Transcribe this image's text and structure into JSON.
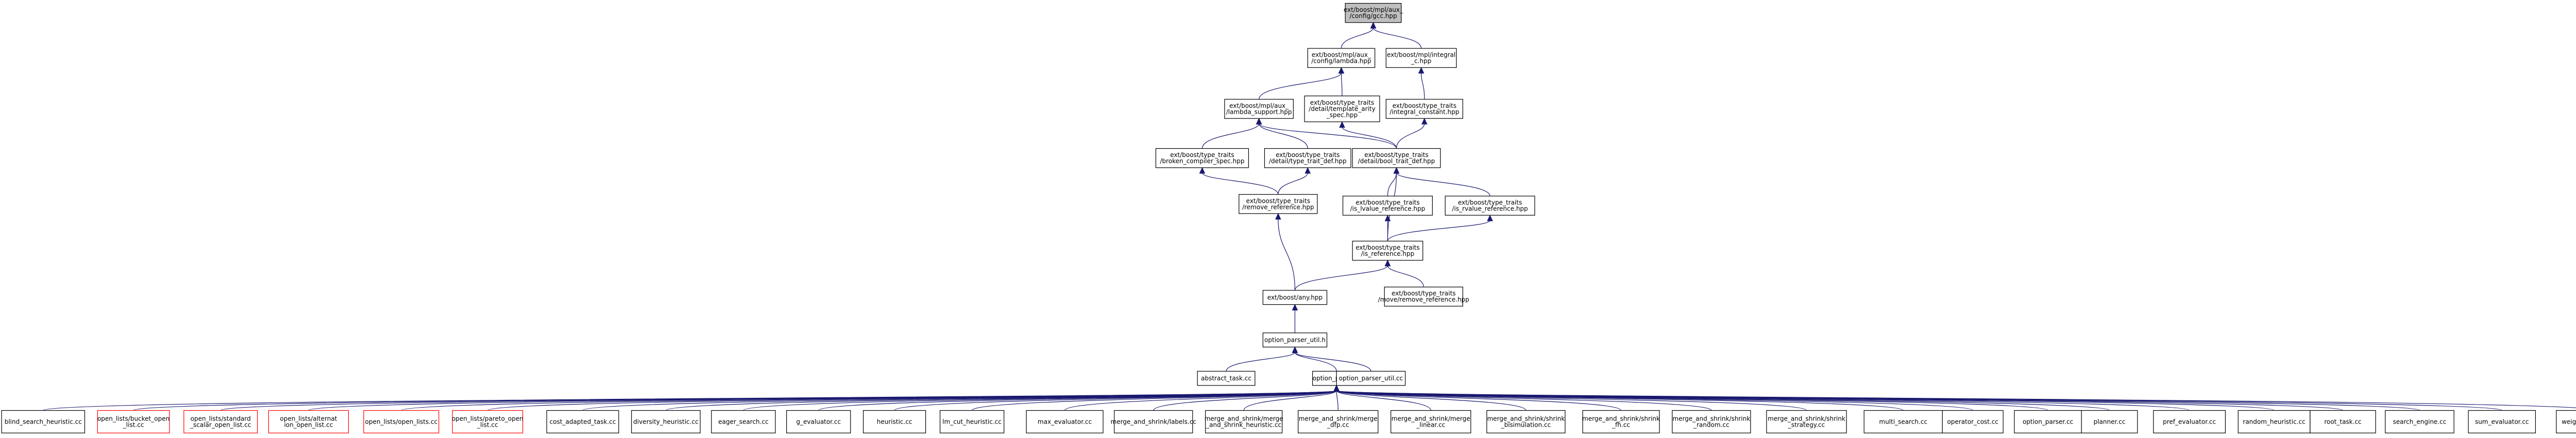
{
  "nodes": [
    {
      "id": "root",
      "lines": [
        "ext/boost/mpl/aux_",
        "/config/gcc.hpp"
      ],
      "root": true
    },
    {
      "id": "lambda",
      "lines": [
        "ext/boost/mpl/aux_",
        "/config/lambda.hpp"
      ]
    },
    {
      "id": "integral_c",
      "lines": [
        "ext/boost/mpl/integral",
        "_c.hpp"
      ]
    },
    {
      "id": "lambda_support",
      "lines": [
        "ext/boost/mpl/aux_",
        "/lambda_support.hpp"
      ]
    },
    {
      "id": "template_arity",
      "lines": [
        "ext/boost/type_traits",
        "/detail/template_arity",
        "_spec.hpp"
      ]
    },
    {
      "id": "integral_constant",
      "lines": [
        "ext/boost/type_traits",
        "/integral_constant.hpp"
      ]
    },
    {
      "id": "broken_compiler",
      "lines": [
        "ext/boost/type_traits",
        "/broken_compiler_spec.hpp"
      ]
    },
    {
      "id": "trait_def_a",
      "lines": [
        "ext/boost/type_traits",
        "/detail/type_trait_def.hpp"
      ]
    },
    {
      "id": "trait_def_b",
      "lines": [
        "ext/boost/type_traits",
        "/detail/bool_trait_def.hpp"
      ]
    },
    {
      "id": "remove_reference",
      "lines": [
        "ext/boost/type_traits",
        "/remove_reference.hpp"
      ]
    },
    {
      "id": "is_lvalue",
      "lines": [
        "ext/boost/type_traits",
        "/is_lvalue_reference.hpp"
      ]
    },
    {
      "id": "is_rvalue",
      "lines": [
        "ext/boost/type_traits",
        "/is_rvalue_reference.hpp"
      ]
    },
    {
      "id": "is_reference",
      "lines": [
        "ext/boost/type_traits",
        "/is_reference.hpp"
      ]
    },
    {
      "id": "any",
      "lines": [
        "ext/boost/any.hpp"
      ]
    },
    {
      "id": "move_ref",
      "lines": [
        "ext/boost/type_traits",
        "/move/remove_reference.hpp"
      ]
    },
    {
      "id": "option_parser_util",
      "lines": [
        "option_parser_util.h"
      ]
    },
    {
      "id": "abstract_task",
      "lines": [
        "abstract_task.cc"
      ]
    },
    {
      "id": "option_parser_h",
      "lines": [
        "option_parser.h"
      ]
    },
    {
      "id": "option_parser_util_cc",
      "lines": [
        "option_parser_util.cc"
      ]
    },
    {
      "id": "l0",
      "lines": [
        "blind_search_heuristic.cc"
      ]
    },
    {
      "id": "l1",
      "lines": [
        "open_lists/bucket_open",
        "_list.cc"
      ],
      "red": true
    },
    {
      "id": "l2",
      "lines": [
        "open_lists/standard",
        "_scalar_open_list.cc"
      ],
      "red": true
    },
    {
      "id": "l3",
      "lines": [
        "open_lists/alternat",
        "ion_open_list.cc"
      ],
      "red": true
    },
    {
      "id": "l4",
      "lines": [
        "open_lists/open_lists.cc"
      ],
      "red": true
    },
    {
      "id": "l5",
      "lines": [
        "open_lists/pareto_open",
        "_list.cc"
      ],
      "red": true
    },
    {
      "id": "l6",
      "lines": [
        "cost_adapted_task.cc"
      ]
    },
    {
      "id": "l7",
      "lines": [
        "diversity_heuristic.cc"
      ]
    },
    {
      "id": "l8",
      "lines": [
        "eager_search.cc"
      ]
    },
    {
      "id": "l9",
      "lines": [
        "g_evaluator.cc"
      ]
    },
    {
      "id": "l10",
      "lines": [
        "heuristic.cc"
      ]
    },
    {
      "id": "l11",
      "lines": [
        "lm_cut_heuristic.cc"
      ]
    },
    {
      "id": "l12",
      "lines": [
        "max_evaluator.cc"
      ]
    },
    {
      "id": "l13",
      "lines": [
        "merge_and_shrink/labels.cc"
      ]
    },
    {
      "id": "l14",
      "lines": [
        "merge_and_shrink/merge",
        "_and_shrink_heuristic.cc"
      ]
    },
    {
      "id": "l15",
      "lines": [
        "merge_and_shrink/merge",
        "_dfp.cc"
      ]
    },
    {
      "id": "l16",
      "lines": [
        "merge_and_shrink/merge",
        "_linear.cc"
      ]
    },
    {
      "id": "l17",
      "lines": [
        "merge_and_shrink/shrink",
        "_bisimulation.cc"
      ]
    },
    {
      "id": "l18",
      "lines": [
        "merge_and_shrink/shrink",
        "_fh.cc"
      ]
    },
    {
      "id": "l19",
      "lines": [
        "merge_and_shrink/shrink",
        "_random.cc"
      ]
    },
    {
      "id": "l20",
      "lines": [
        "merge_and_shrink/shrink",
        "_strategy.cc"
      ]
    },
    {
      "id": "l21",
      "lines": [
        "multi_search.cc"
      ]
    },
    {
      "id": "l22",
      "lines": [
        "operator_cost.cc"
      ]
    },
    {
      "id": "l23",
      "lines": [
        "option_parser.cc"
      ]
    },
    {
      "id": "l24",
      "lines": [
        "planner.cc"
      ]
    },
    {
      "id": "l25",
      "lines": [
        "pref_evaluator.cc"
      ]
    },
    {
      "id": "l26",
      "lines": [
        "random_heuristic.cc"
      ]
    },
    {
      "id": "l27",
      "lines": [
        "root_task.cc"
      ]
    },
    {
      "id": "l28",
      "lines": [
        "search_engine.cc"
      ]
    },
    {
      "id": "l29",
      "lines": [
        "sum_evaluator.cc"
      ]
    },
    {
      "id": "l30",
      "lines": [
        "weighted_evaluator.cc"
      ]
    }
  ],
  "edges": [
    [
      "lambda",
      "root"
    ],
    [
      "integral_c",
      "root"
    ],
    [
      "lambda_support",
      "lambda"
    ],
    [
      "template_arity",
      "lambda"
    ],
    [
      "integral_constant",
      "integral_c"
    ],
    [
      "broken_compiler",
      "lambda_support"
    ],
    [
      "trait_def_a",
      "lambda_support"
    ],
    [
      "trait_def_b",
      "lambda_support"
    ],
    [
      "trait_def_b",
      "template_arity"
    ],
    [
      "trait_def_b",
      "integral_constant"
    ],
    [
      "remove_reference",
      "broken_compiler"
    ],
    [
      "remove_reference",
      "trait_def_a"
    ],
    [
      "is_lvalue",
      "trait_def_b"
    ],
    [
      "is_rvalue",
      "trait_def_b"
    ],
    [
      "is_reference",
      "trait_def_b"
    ],
    [
      "is_reference",
      "is_lvalue"
    ],
    [
      "is_reference",
      "is_rvalue"
    ],
    [
      "any",
      "remove_reference"
    ],
    [
      "any",
      "is_reference"
    ],
    [
      "move_ref",
      "is_reference"
    ],
    [
      "option_parser_util",
      "any"
    ],
    [
      "abstract_task",
      "option_parser_util"
    ],
    [
      "option_parser_h",
      "option_parser_util"
    ],
    [
      "option_parser_util_cc",
      "option_parser_util"
    ],
    [
      "l0",
      "option_parser_h"
    ],
    [
      "l1",
      "option_parser_h"
    ],
    [
      "l2",
      "option_parser_h"
    ],
    [
      "l3",
      "option_parser_h"
    ],
    [
      "l4",
      "option_parser_h"
    ],
    [
      "l5",
      "option_parser_h"
    ],
    [
      "l6",
      "option_parser_h"
    ],
    [
      "l7",
      "option_parser_h"
    ],
    [
      "l8",
      "option_parser_h"
    ],
    [
      "l9",
      "option_parser_h"
    ],
    [
      "l10",
      "option_parser_h"
    ],
    [
      "l11",
      "option_parser_h"
    ],
    [
      "l12",
      "option_parser_h"
    ],
    [
      "l13",
      "option_parser_h"
    ],
    [
      "l14",
      "option_parser_h"
    ],
    [
      "l15",
      "option_parser_h"
    ],
    [
      "l16",
      "option_parser_h"
    ],
    [
      "l17",
      "option_parser_h"
    ],
    [
      "l18",
      "option_parser_h"
    ],
    [
      "l19",
      "option_parser_h"
    ],
    [
      "l20",
      "option_parser_h"
    ],
    [
      "l21",
      "option_parser_h"
    ],
    [
      "l22",
      "option_parser_h"
    ],
    [
      "l23",
      "option_parser_h"
    ],
    [
      "l24",
      "option_parser_h"
    ],
    [
      "l25",
      "option_parser_h"
    ],
    [
      "l26",
      "option_parser_h"
    ],
    [
      "l27",
      "option_parser_h"
    ],
    [
      "l28",
      "option_parser_h"
    ],
    [
      "l29",
      "option_parser_h"
    ],
    [
      "l30",
      "option_parser_h"
    ]
  ],
  "colors": {
    "edge": "#191970",
    "root_fill": "#bfbfbf",
    "red_border": "#ff0000"
  }
}
